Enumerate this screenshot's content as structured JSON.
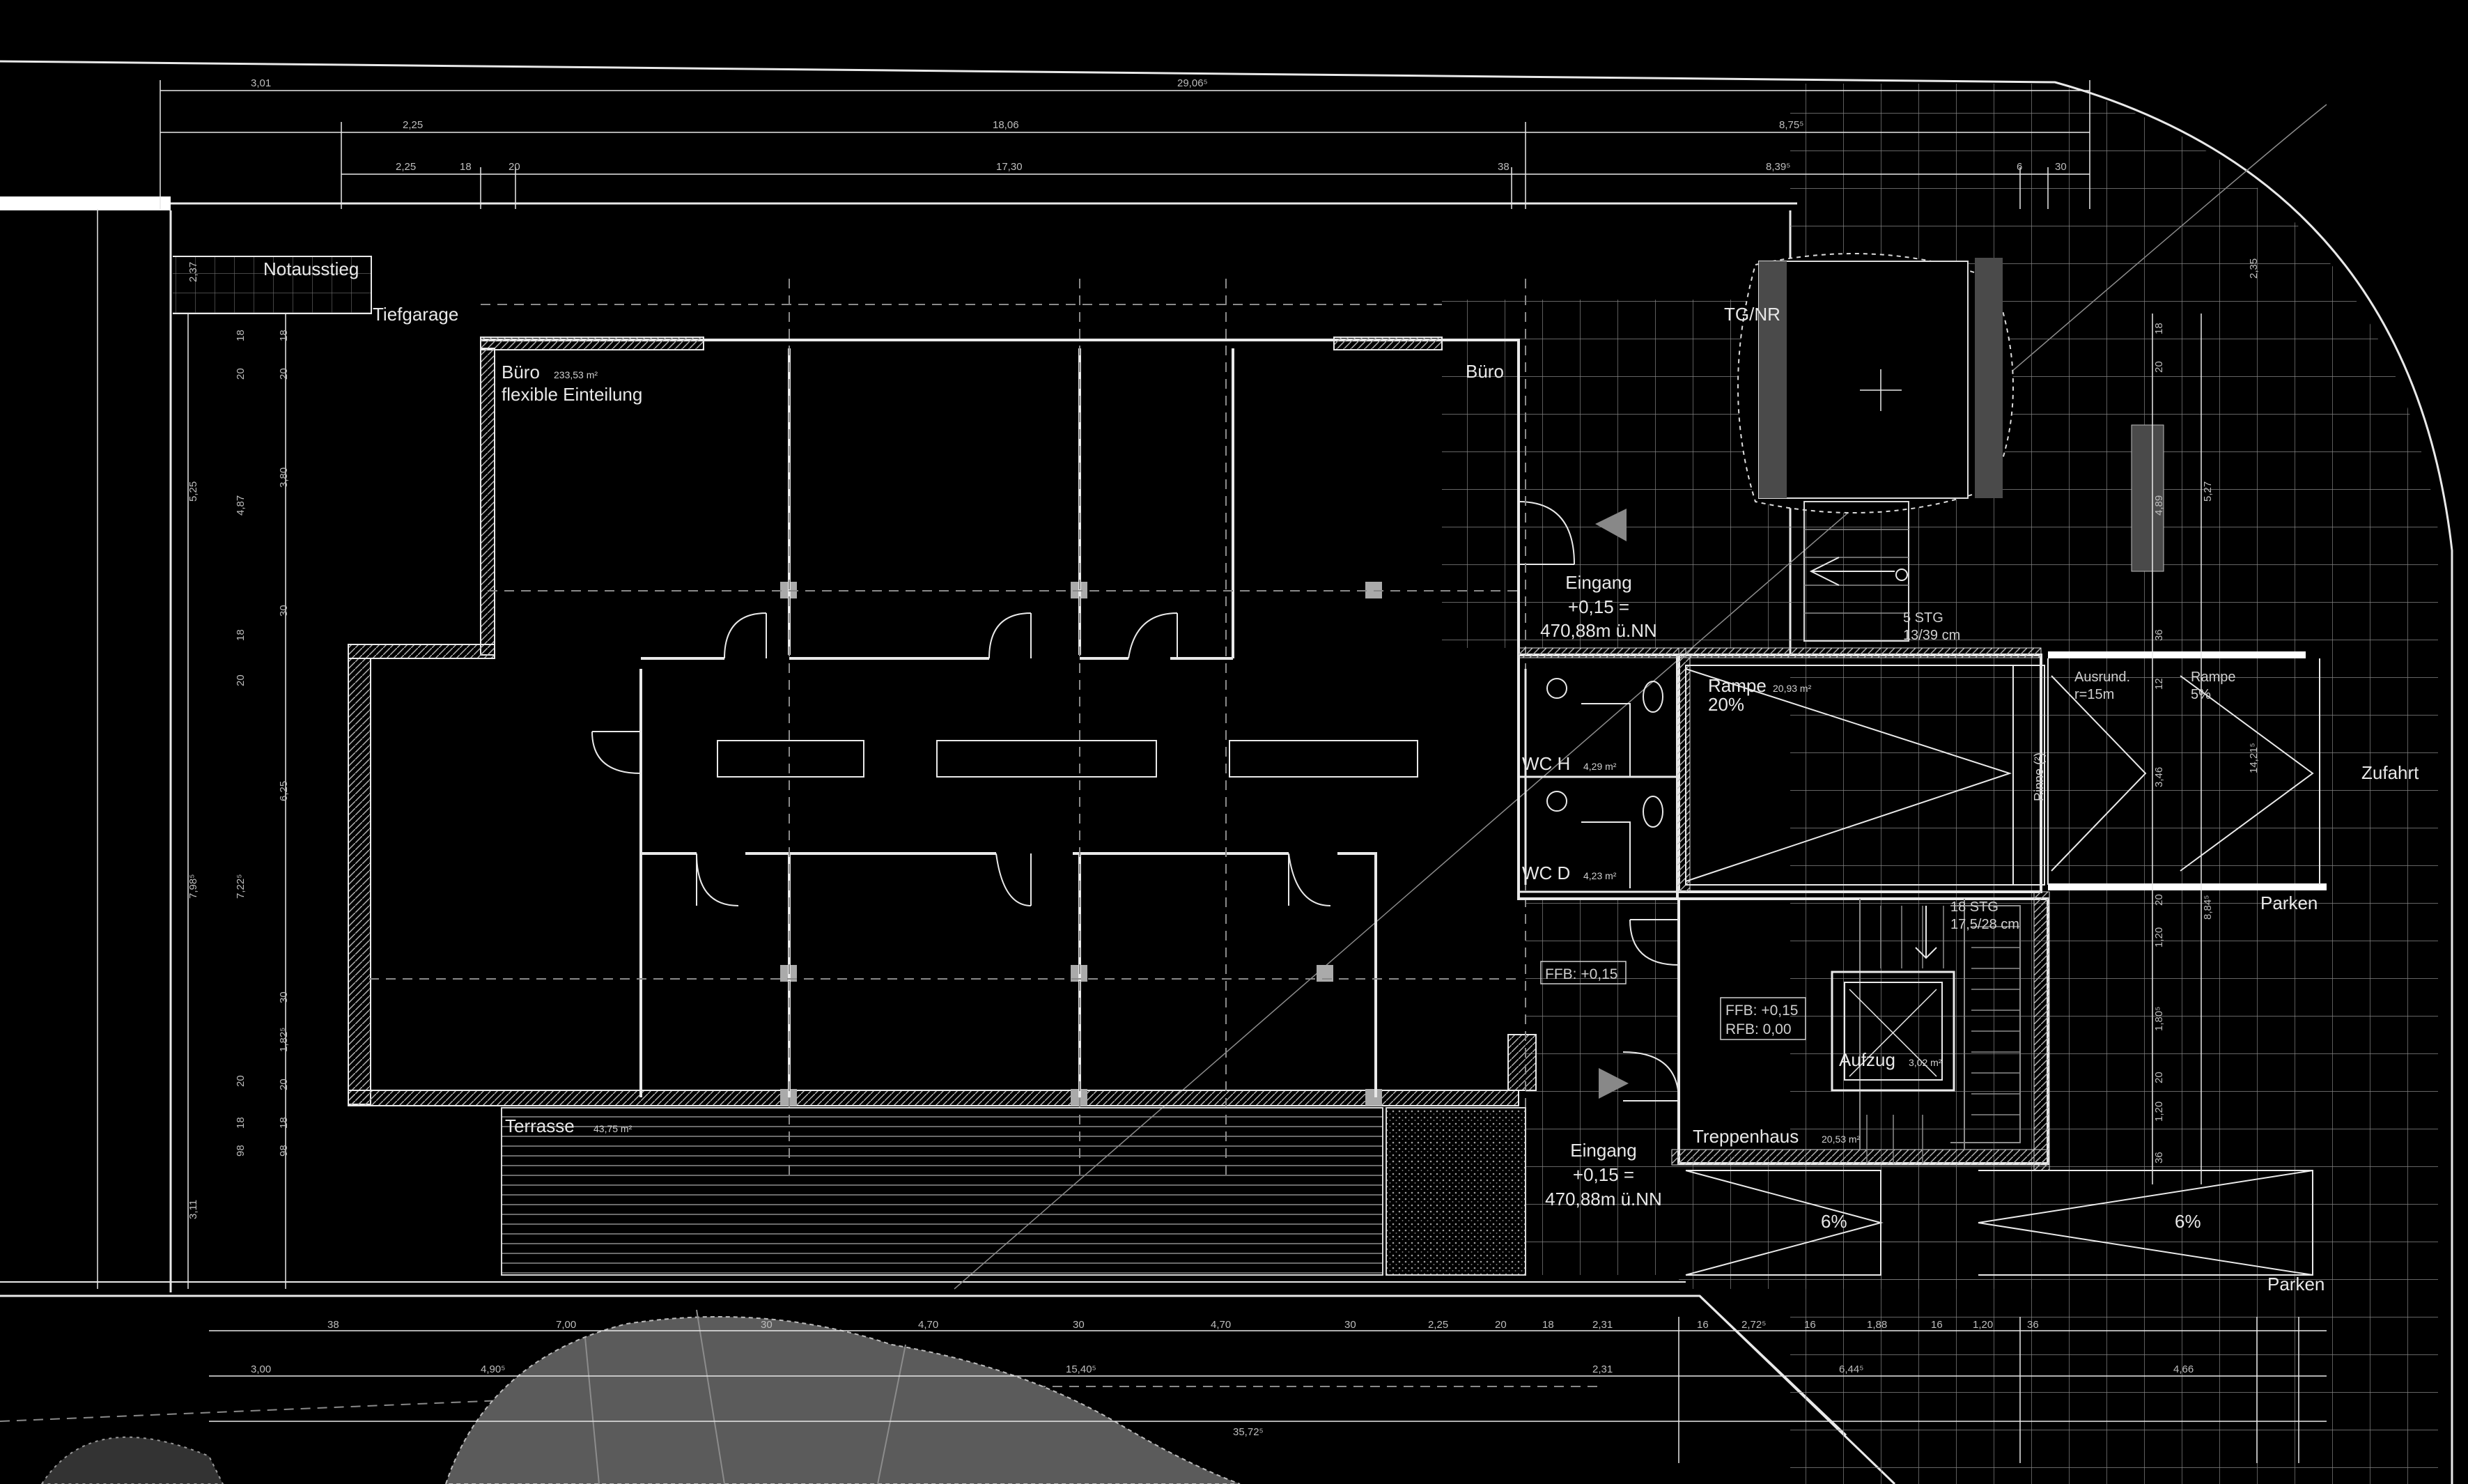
{
  "rooms": {
    "buero_main": "Büro",
    "buero_main_area": "233,53 m²",
    "buero_main_sub": "flexible Einteilung",
    "buero_right": "Büro",
    "notausstieg": "Notausstieg",
    "tiefgarage": "Tiefgarage",
    "tgnr": "TG/NR",
    "terrasse": "Terrasse",
    "terrasse_area": "43,75 m²",
    "wc_h": "WC H",
    "wc_h_area": "4,29 m²",
    "wc_d": "WC D",
    "wc_d_area": "4,23 m²",
    "rampe1": "Rampe",
    "rampe1_area": "20,93 m²",
    "rampe1_slope": "20%",
    "rampe2": "Rampe",
    "rampe2_slope": "5%",
    "ausrund": "Ausrund.",
    "ausrund_r": "r=15m",
    "rinne": "Rinne (²)",
    "treppenhaus": "Treppenhaus",
    "treppenhaus_area": "20,53 m²",
    "aufzug": "Aufzug",
    "aufzug_area": "3,02 m²",
    "stg18": "18 STG",
    "stg18_sub": "17,5/28 cm",
    "stg5": "5 STG",
    "stg5_sub": "13/39 cm",
    "zufahrt": "Zufahrt",
    "parken1": "Parken",
    "parken2": "Parken",
    "slope_a": "6%",
    "slope_b": "6%"
  },
  "levels": {
    "eingang_top_1": "Eingang",
    "eingang_top_2": "+0,15 =",
    "eingang_top_3": "470,88m ü.NN",
    "eingang_bot_1": "Eingang",
    "eingang_bot_2": "+0,15 =",
    "eingang_bot_3": "470,88m ü.NN",
    "ffb_left": "FFB: +0,15",
    "ffb_stair": "FFB: +0,15",
    "rfb_stair": "RFB:  0,00"
  },
  "dims_top": {
    "row1": [
      "3,01",
      "29,06⁵"
    ],
    "row2": [
      "2,25",
      "18,06",
      "8,75⁵"
    ],
    "row3": [
      "2,25",
      "18",
      "20",
      "17,30",
      "38",
      "8,39⁵",
      "6",
      "30"
    ]
  },
  "dims_left": {
    "outer": [
      "2,37",
      "5,25",
      "7,98⁵",
      "3,11"
    ],
    "mid": [
      "18",
      "20",
      "4,87",
      "18",
      "20",
      "7,22⁵",
      "20",
      "18",
      "98"
    ],
    "inner": [
      "18",
      "20",
      "3,80",
      "30",
      "6,25",
      "30",
      "1,82⁵",
      "20",
      "18",
      "98"
    ]
  },
  "dims_right": [
    "2,35",
    "18",
    "20",
    "4,89",
    "5,27",
    "36",
    "12",
    "14,21⁵",
    "3,46",
    "1,20",
    "20",
    "8,84⁵",
    "1,80⁵",
    "20",
    "1,20",
    "36"
  ],
  "dims_bottom": {
    "row1": [
      "38",
      "7,00",
      "30",
      "4,70",
      "30",
      "4,70",
      "30",
      "2,25",
      "20",
      "18",
      "2,31",
      "16",
      "2,72⁵",
      "16",
      "1,88",
      "16",
      "1,20",
      "36"
    ],
    "row2": [
      "3,00",
      "4,90⁵",
      "15,40⁵",
      "2,31",
      "6,44⁵",
      "4,66"
    ],
    "row3": [
      "35,72⁵"
    ]
  },
  "colors": {
    "background": "#000000",
    "line": "#e9e9e9",
    "grid": "#8c8c8c",
    "hatch": "#9a9a9a"
  }
}
